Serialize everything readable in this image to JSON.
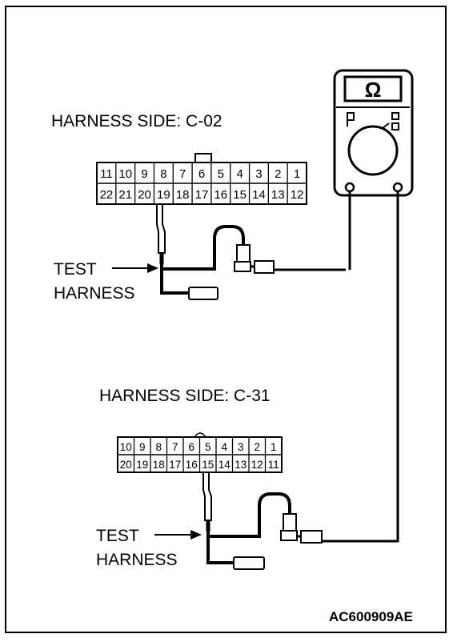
{
  "connector_top": {
    "title": "HARNESS SIDE: C-02",
    "row1": [
      "11",
      "10",
      "9",
      "8",
      "7",
      "6",
      "5",
      "4",
      "3",
      "2",
      "1"
    ],
    "row2": [
      "22",
      "21",
      "20",
      "19",
      "18",
      "17",
      "16",
      "15",
      "14",
      "13",
      "12"
    ],
    "probe_pin": "19"
  },
  "connector_bottom": {
    "title": "HARNESS SIDE: C-31",
    "row1": [
      "10",
      "9",
      "8",
      "7",
      "6",
      "5",
      "4",
      "3",
      "2",
      "1"
    ],
    "row2": [
      "20",
      "19",
      "18",
      "17",
      "16",
      "15",
      "14",
      "13",
      "12",
      "11"
    ],
    "probe_pin": "15"
  },
  "test_harness_label": {
    "line1": "TEST",
    "line2": "HARNESS"
  },
  "meter": {
    "symbol": "Ω",
    "icon": "ohmmeter-icon"
  },
  "figure_code": "AC600909AE",
  "colors": {
    "line": "#000000",
    "background": "#ffffff"
  }
}
